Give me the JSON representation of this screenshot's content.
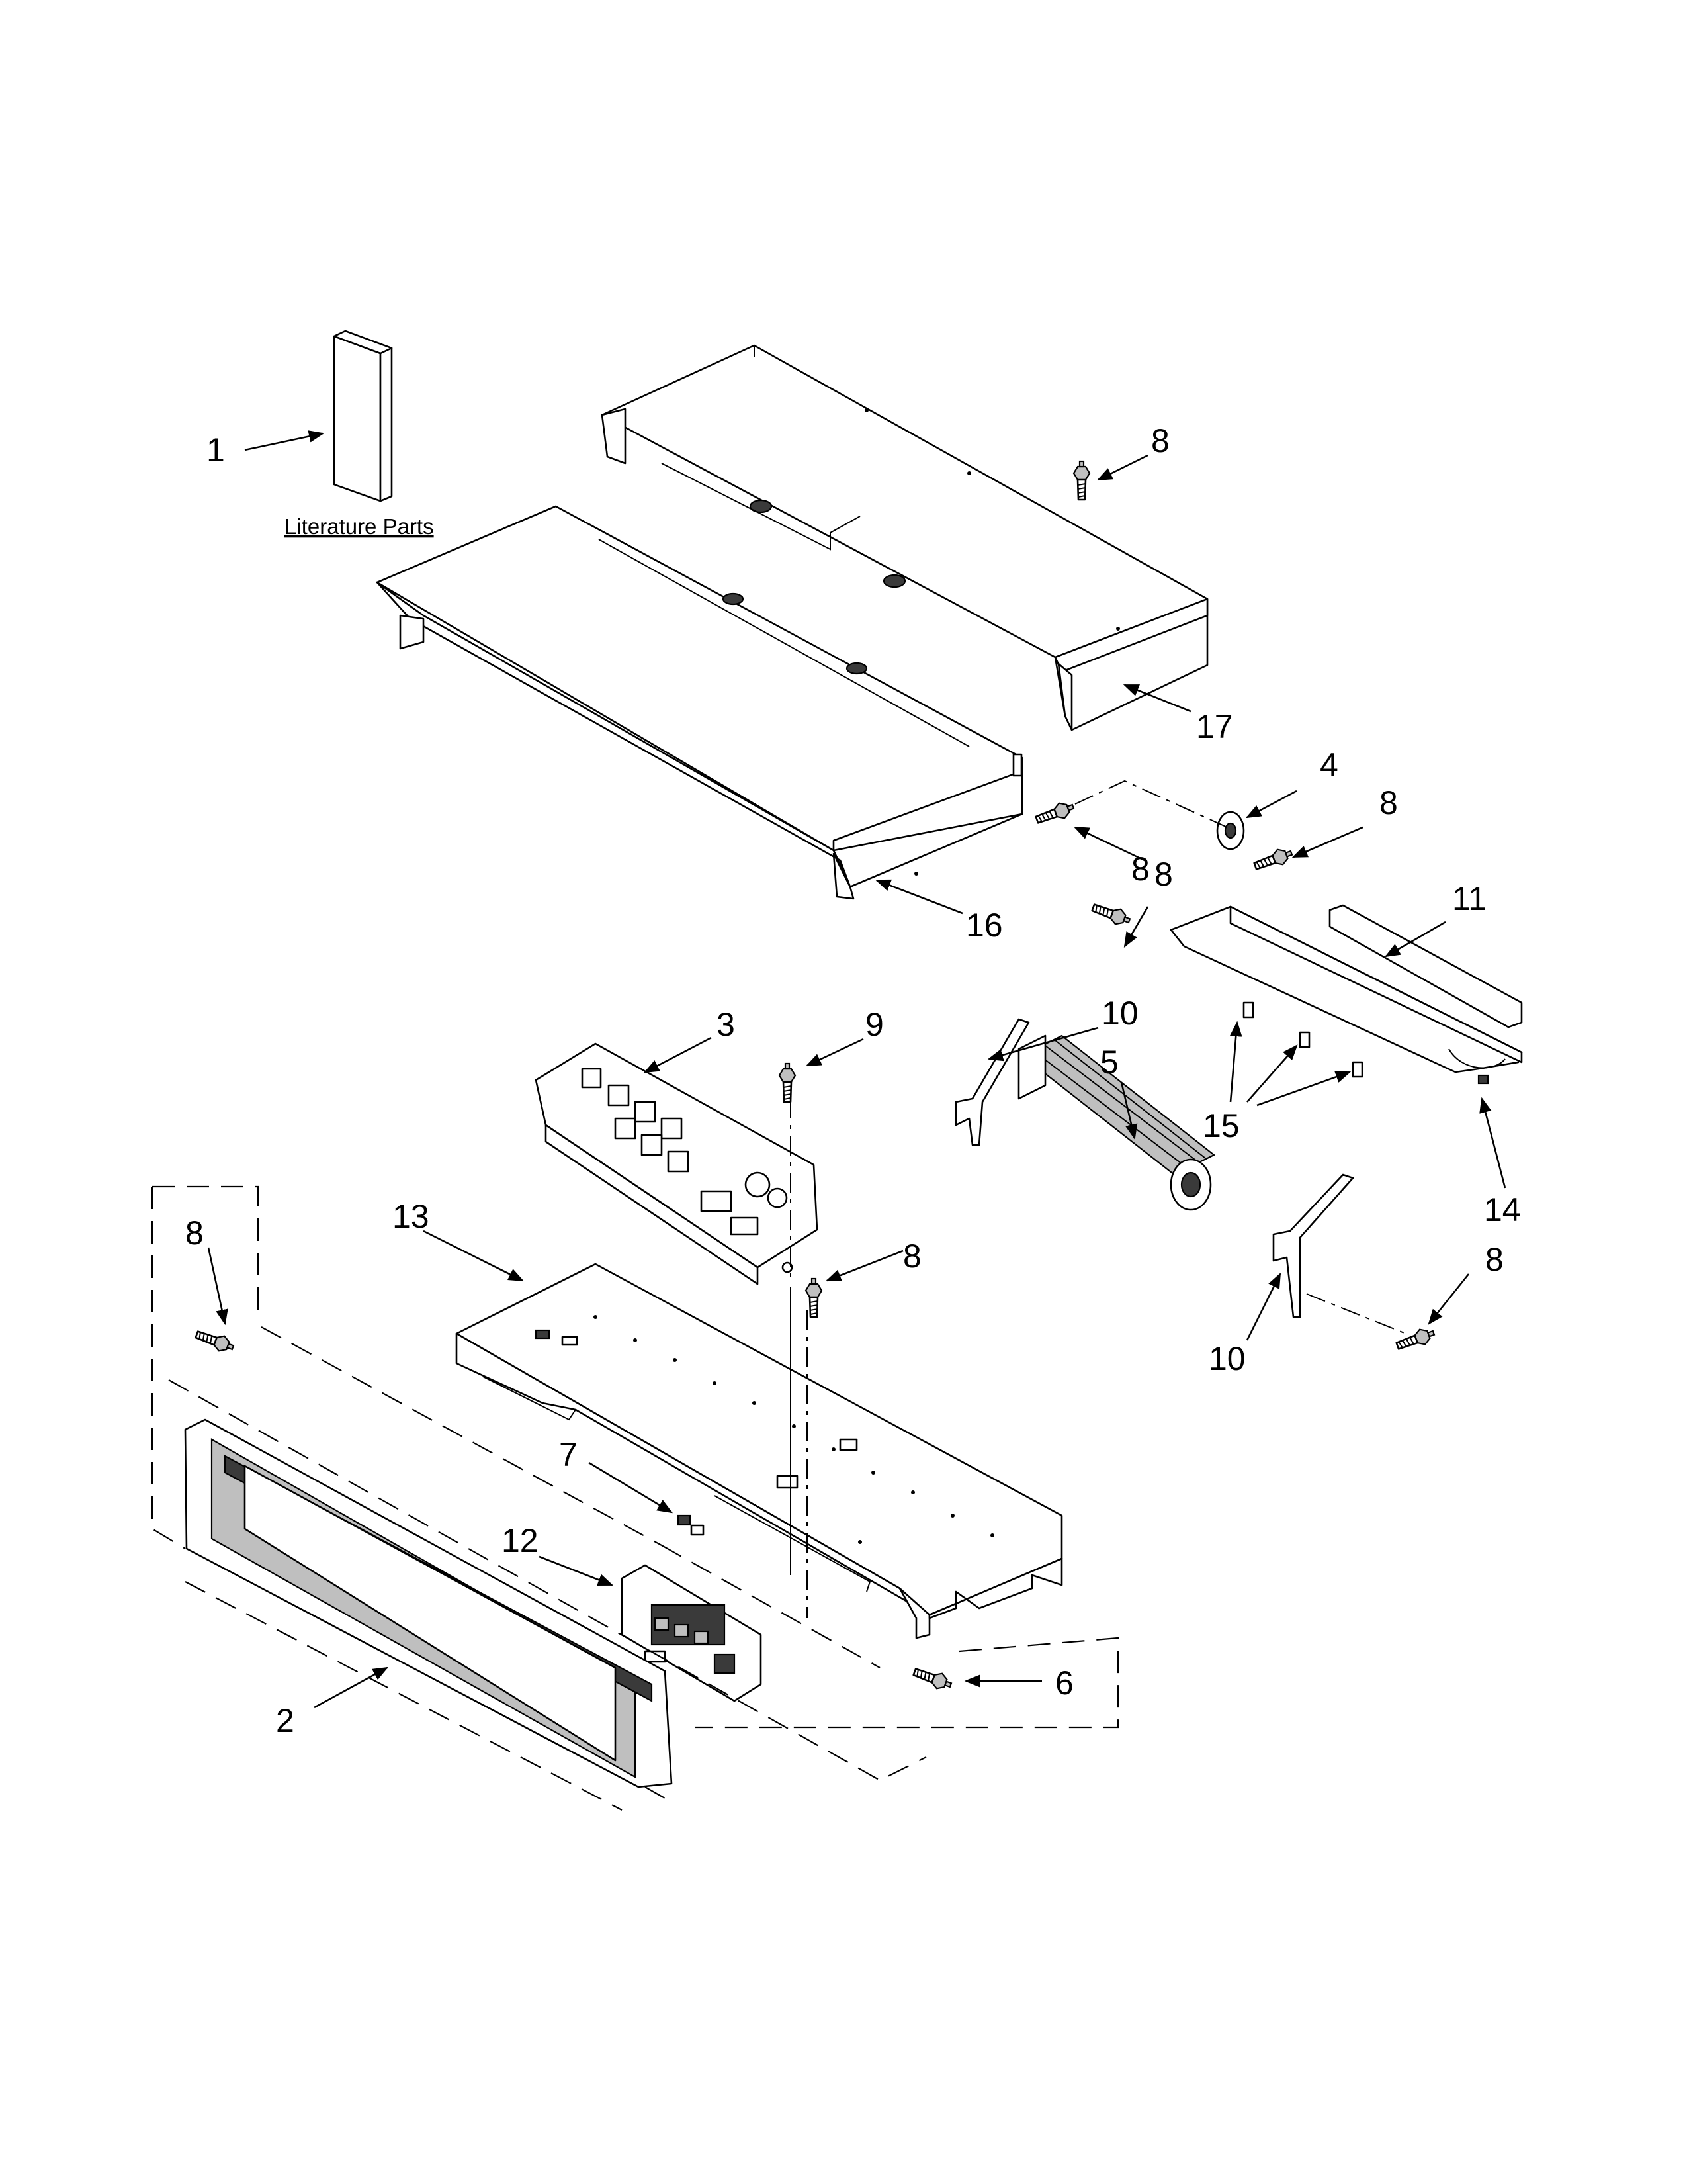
{
  "literature_label": "Literature Parts",
  "callouts": [
    {
      "id": "c1",
      "label": "1"
    },
    {
      "id": "c2",
      "label": "2"
    },
    {
      "id": "c3",
      "label": "3"
    },
    {
      "id": "c4",
      "label": "4"
    },
    {
      "id": "c5",
      "label": "5"
    },
    {
      "id": "c6",
      "label": "6"
    },
    {
      "id": "c7",
      "label": "7"
    },
    {
      "id": "c8a",
      "label": "8"
    },
    {
      "id": "c8b",
      "label": "8"
    },
    {
      "id": "c8c",
      "label": "8"
    },
    {
      "id": "c8d",
      "label": "8"
    },
    {
      "id": "c8e",
      "label": "8"
    },
    {
      "id": "c8f",
      "label": "8"
    },
    {
      "id": "c8g",
      "label": "8"
    },
    {
      "id": "c9",
      "label": "9"
    },
    {
      "id": "c10a",
      "label": "10"
    },
    {
      "id": "c10b",
      "label": "10"
    },
    {
      "id": "c11",
      "label": "11"
    },
    {
      "id": "c12",
      "label": "12"
    },
    {
      "id": "c13",
      "label": "13"
    },
    {
      "id": "c14",
      "label": "14"
    },
    {
      "id": "c15",
      "label": "15"
    },
    {
      "id": "c16",
      "label": "16"
    },
    {
      "id": "c17",
      "label": "17"
    }
  ]
}
